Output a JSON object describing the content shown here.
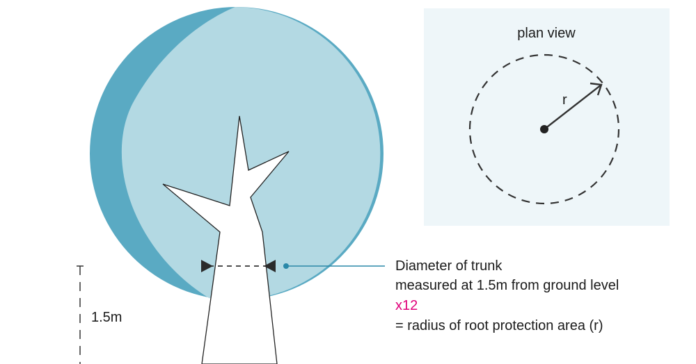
{
  "colors": {
    "canopy_dark": "#5aaac3",
    "canopy_light": "#b3d9e3",
    "plan_bg": "#eef6f9",
    "pointer": "#2a88a8",
    "multiplier": "#e0007a",
    "ink": "#333333"
  },
  "plan_view": {
    "title": "plan view",
    "radius_label": "r"
  },
  "annotation": {
    "line1": "Diameter of trunk",
    "line2": "measured at 1.5m from ground level",
    "multiplier": "x12",
    "line4": "= radius of root protection area (r)"
  },
  "height_marker": {
    "label": "1.5m"
  }
}
